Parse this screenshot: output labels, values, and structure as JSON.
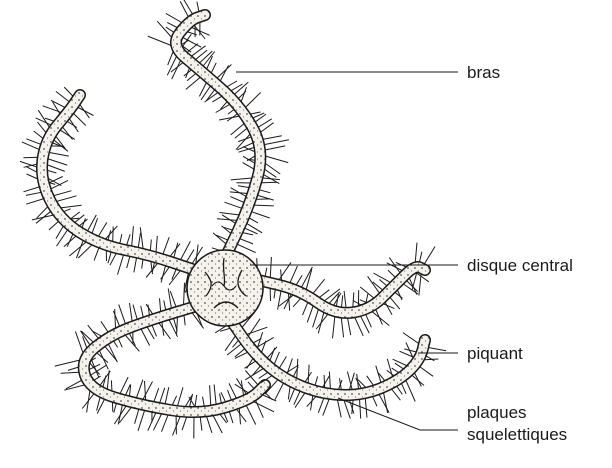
{
  "diagram": {
    "subject": "brittle star (ophiure)",
    "labels": {
      "arm": "bras",
      "central_disk": "disque central",
      "spine": "piquant",
      "skeletal_plates_line1": "plaques",
      "skeletal_plates_line2": "squelettiques"
    },
    "colors": {
      "ink": "#1a1a1a",
      "background": "#ffffff",
      "body_fill": "#f4f2ea"
    }
  }
}
